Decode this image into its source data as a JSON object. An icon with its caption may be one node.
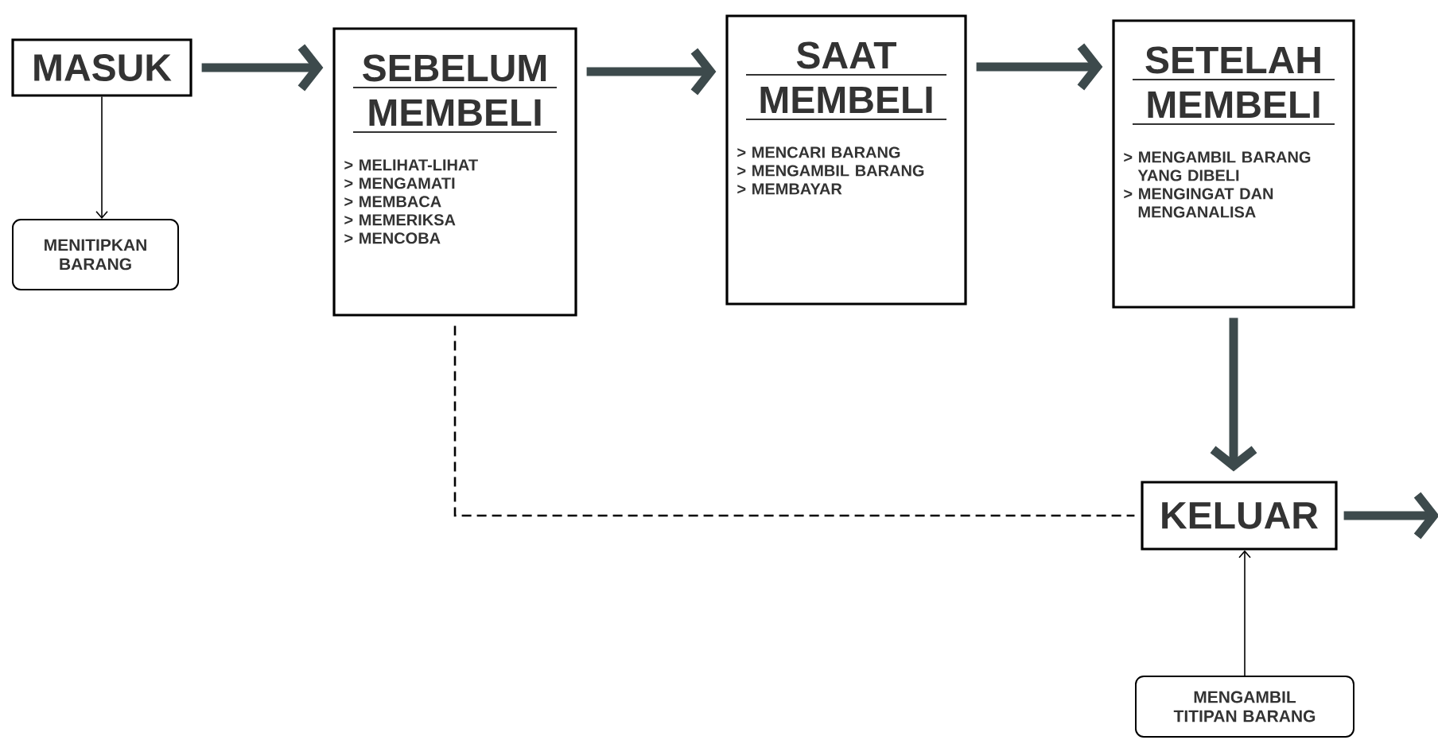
{
  "diagram": {
    "nodes": [
      {
        "text": [
          "MASUK"
        ]
      },
      {
        "text": [
          "MENITIPKAN BARANG"
        ]
      },
      {
        "text": [
          "SEBELUM MEMBELI",
          "> MELIHAT-LIHAT",
          "> MENGAMATI",
          "> MEMBACA",
          "> MEMERIKSA",
          "> MENCOBA"
        ]
      },
      {
        "text": [
          "SAAT MEMBELI",
          "> MENCARI BARANG",
          "> MENGAMBIL BARANG",
          "> MEMBAYAR"
        ]
      },
      {
        "text": [
          "SETELAH MEMBELI",
          "> MENGAMBIL BARANG YANG DIBELI",
          "> MENGINGAT DAN MENGANALISA"
        ]
      },
      {
        "text": [
          "KELUAR"
        ]
      },
      {
        "text": [
          "MENGAMBIL TITIPAN BARANG"
        ]
      }
    ],
    "edges": [
      {
        "from": 0,
        "to": 2,
        "arrow": "to"
      },
      {
        "from": 2,
        "to": 3,
        "arrow": "to"
      },
      {
        "from": 3,
        "to": 4,
        "arrow": "to"
      },
      {
        "from": 4,
        "to": 5,
        "arrow": "to"
      },
      {
        "from": 5,
        "to": null,
        "arrow": "to"
      },
      {
        "from": 0,
        "to": 1,
        "arrow": "to",
        "color": "#000000"
      },
      {
        "from": 6,
        "to": 5,
        "arrow": "to",
        "color": "#000000"
      },
      {
        "from": 2,
        "to": 5,
        "arrow": "none",
        "style": "dashed",
        "color": "#000000"
      }
    ]
  }
}
